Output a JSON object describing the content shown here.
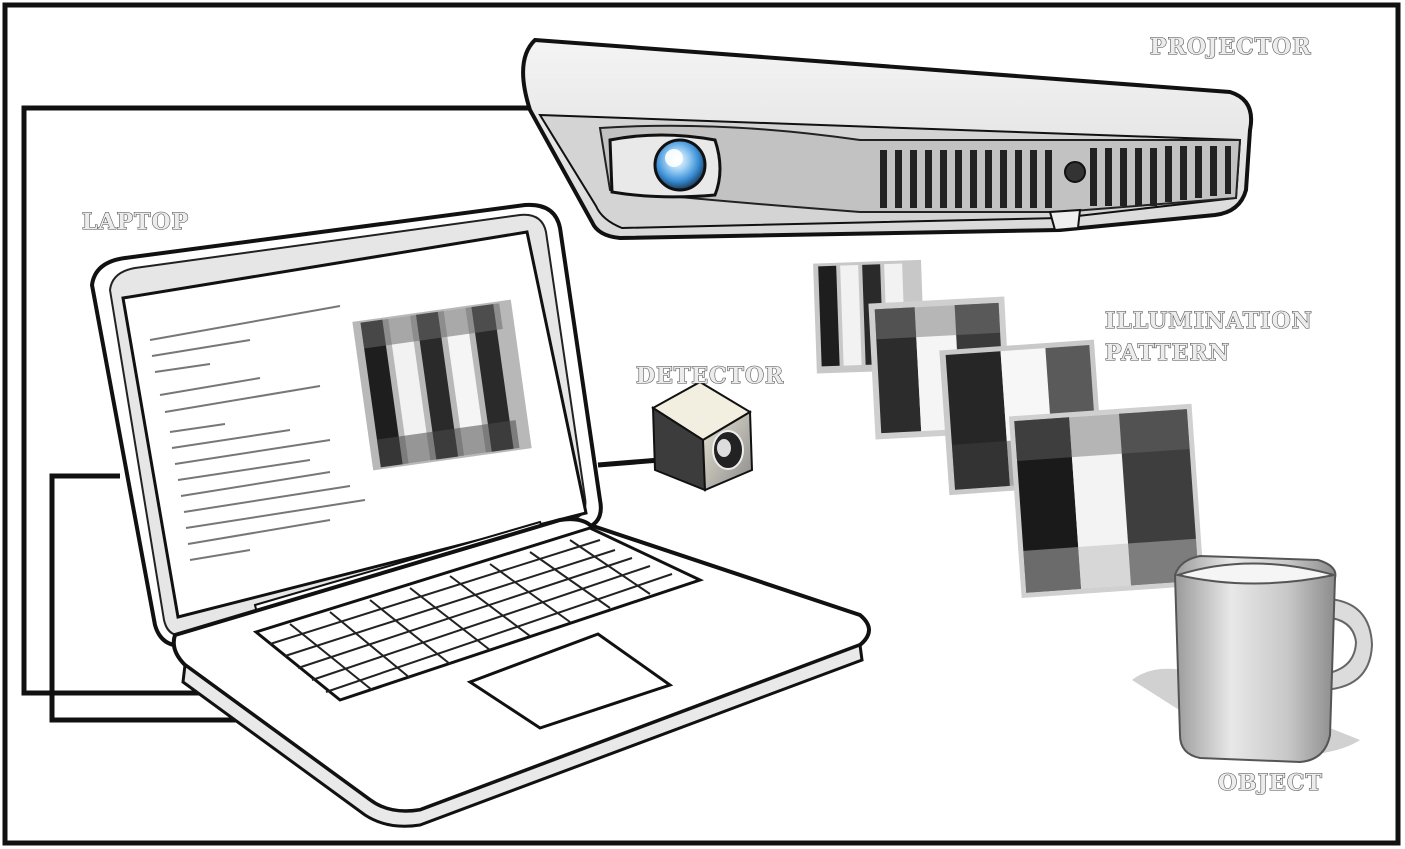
{
  "labels": {
    "projector": "PROJECTOR",
    "laptop": "LAPTOP",
    "detector": "DETECTOR",
    "illumination_line1": "ILLUMINATION",
    "illumination_line2": "PATTERN",
    "object": "OBJECT"
  },
  "components": {
    "projector": "projector-icon",
    "laptop": "laptop-icon",
    "detector": "detector-cube-icon",
    "object": "mug-icon"
  },
  "colors": {
    "outline": "#111111",
    "lens": "#3a8fd6",
    "label_fill": "#ececec",
    "label_stroke": "#4a4a4a"
  }
}
